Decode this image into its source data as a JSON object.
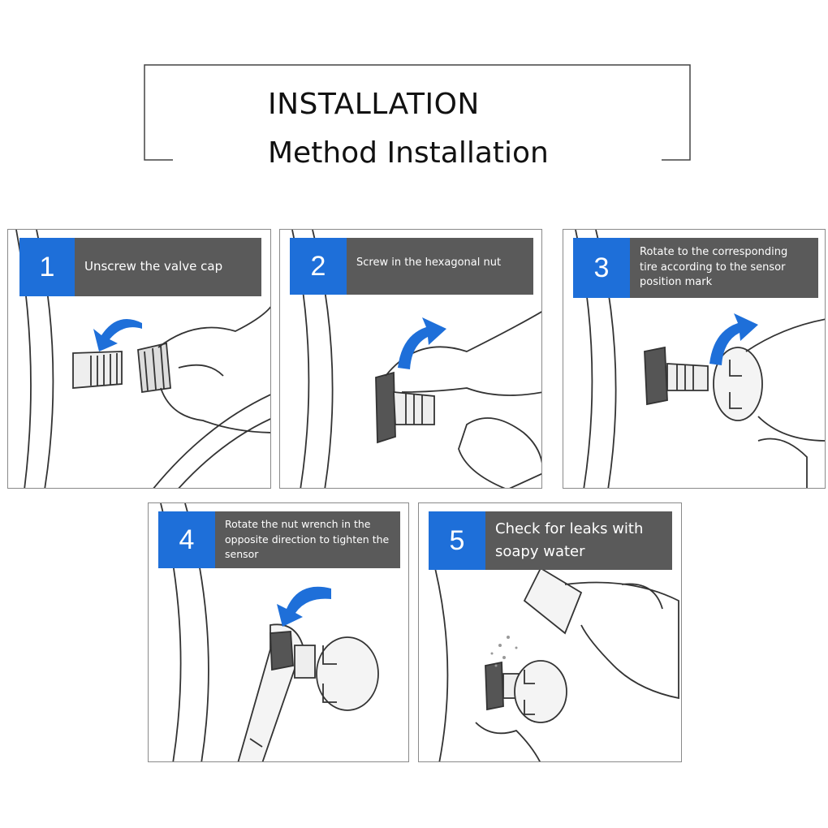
{
  "header": {
    "title_line1": "INSTALLATION",
    "title_line2": "Method Installation"
  },
  "colors": {
    "accent_blue": "#1e6fd9",
    "label_gray": "#5a5a5a",
    "border_gray": "#8a8a8a"
  },
  "steps": [
    {
      "number": "1",
      "label": "Unscrew the valve cap"
    },
    {
      "number": "2",
      "label": "Screw in the hexagonal nut"
    },
    {
      "number": "3",
      "label": "Rotate to the corresponding tire according to the sensor position mark"
    },
    {
      "number": "4",
      "label": "Rotate the nut wrench in the opposite direction to tighten the sensor"
    },
    {
      "number": "5",
      "label": "Check for leaks with soapy water"
    }
  ]
}
